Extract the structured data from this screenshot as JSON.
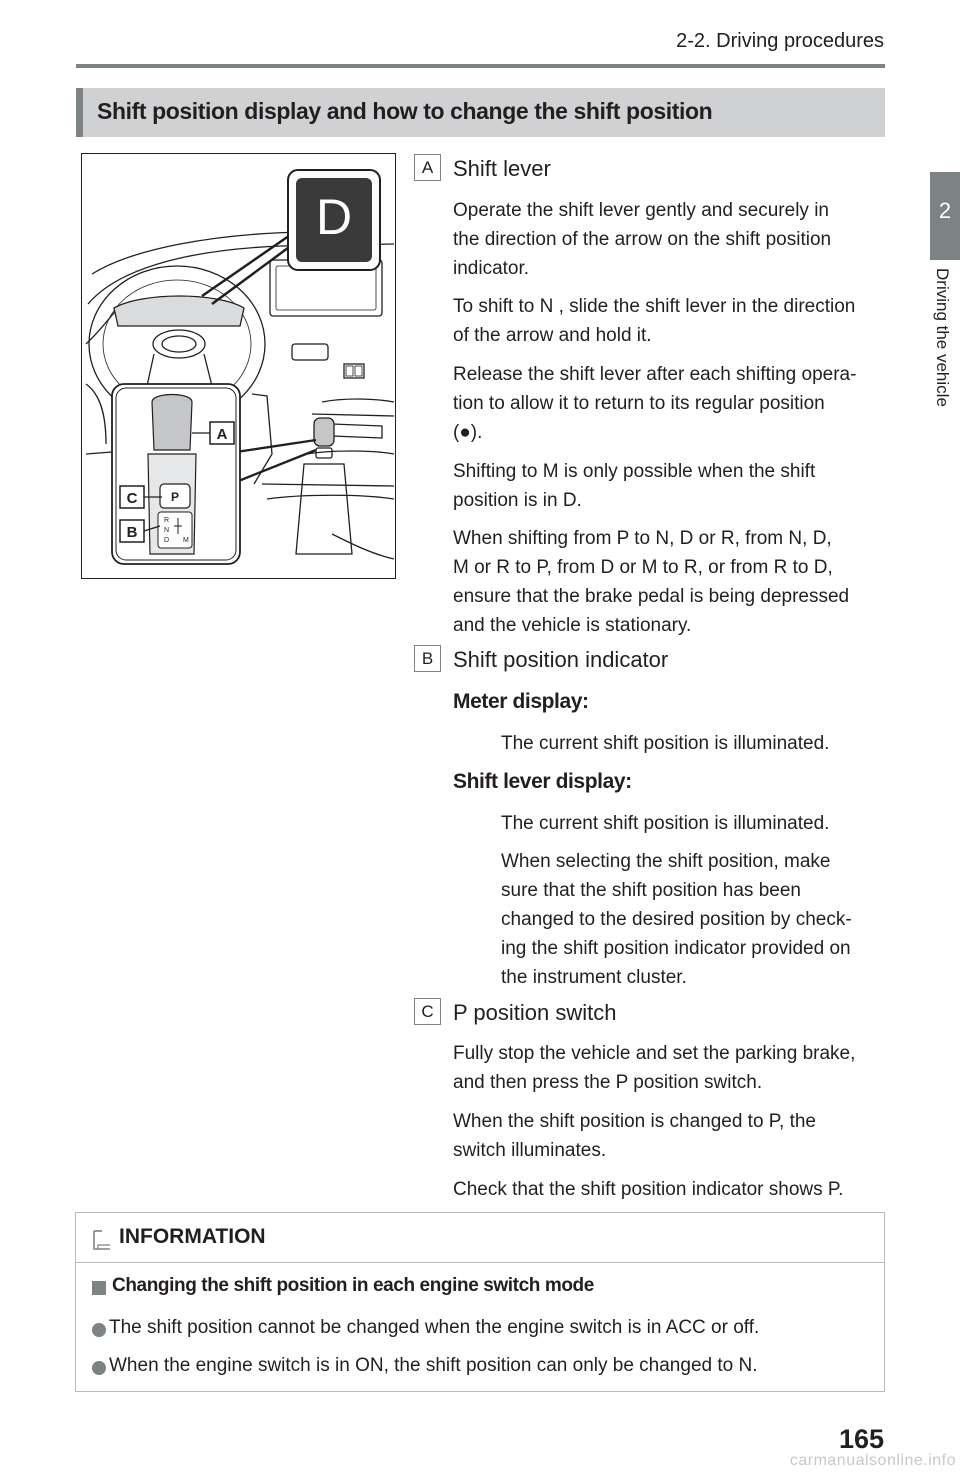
{
  "header": {
    "title": "2-2. Driving procedures"
  },
  "side_tab": {
    "number": "2",
    "label": "Driving the vehicle"
  },
  "section": {
    "title": "Shift position display and how to change the shift position"
  },
  "figure": {
    "display_letter": "D",
    "callouts": [
      "A",
      "C",
      "B"
    ],
    "lever_letters": {
      "p": "P",
      "r": "R",
      "n": "N",
      "d": "D",
      "m": "M"
    }
  },
  "items": [
    {
      "letter": "A",
      "title": "Shift lever",
      "paragraphs": [
        [
          "Operate the shift lever gently and securely in",
          "the direction of the arrow on the shift position",
          "indicator."
        ],
        [
          "To shift to N , slide the shift lever in the direction",
          "of the arrow and hold it."
        ],
        [
          "Release the shift lever after each shifting opera-",
          "tion to allow it to return to its regular position",
          "(●)."
        ],
        [
          "Shifting to M is only possible when the shift",
          "position is in D."
        ],
        [
          "When shifting from P to N, D or R, from N, D,",
          "M or R to P, from D or M to R, or from R to D,",
          "ensure that the brake pedal is being depressed",
          "and the vehicle is stationary."
        ]
      ]
    },
    {
      "letter": "B",
      "title": "Shift position indicator",
      "meter_heading": "Meter display:",
      "meter_text": "The current shift position is illuminated.",
      "lever_heading": "Shift lever display:",
      "lever_text": "The current shift position is illuminated.",
      "lever_note": [
        "When selecting the shift position, make",
        "sure that the shift position has been",
        "changed to the desired position by check-",
        "ing the shift position indicator provided on",
        "the instrument cluster."
      ]
    },
    {
      "letter": "C",
      "title": "P position switch",
      "paragraphs": [
        [
          "Fully stop the vehicle and set the parking brake,",
          "and then press the P position switch."
        ],
        [
          "When the shift position is changed to P, the",
          "switch illuminates."
        ],
        [
          "Check that the shift position indicator shows P."
        ]
      ]
    }
  ],
  "information": {
    "title": "INFORMATION",
    "subheading": "Changing the shift position in each engine switch mode",
    "bullets": [
      "The shift position cannot be changed when the engine switch is in ACC or off.",
      "When the engine switch is in ON, the shift position can only be changed to N."
    ]
  },
  "page_number": "165",
  "watermark": "carmanualsonline.info"
}
